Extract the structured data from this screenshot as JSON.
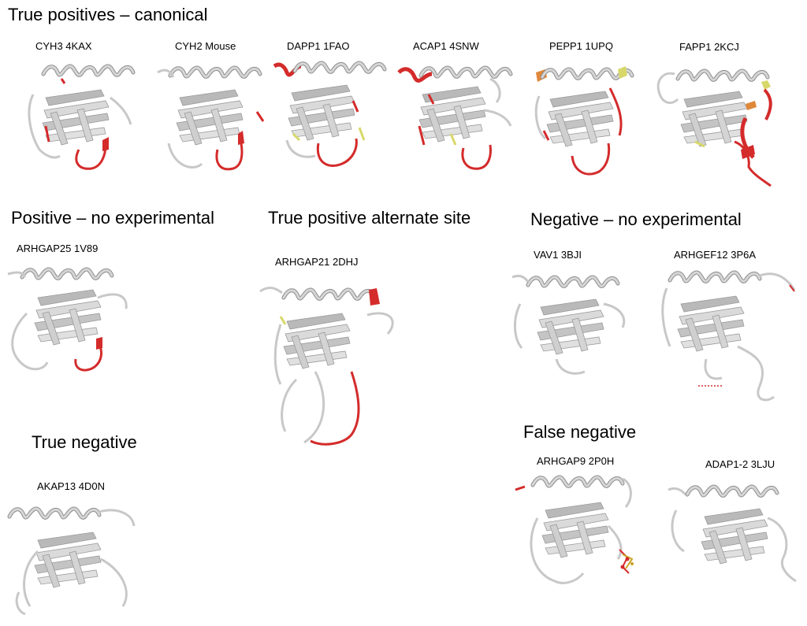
{
  "sections": {
    "true_pos_canonical": "True positives – canonical",
    "positive_no_exp": "Positive – no experimental",
    "true_pos_alt": "True positive alternate site",
    "negative_no_exp": "Negative – no experimental",
    "true_negative": "True negative",
    "false_negative": "False negative"
  },
  "labels": {
    "cyh3": "CYH3 4KAX",
    "cyh2": "CYH2 Mouse",
    "dapp1": "DAPP1 1FAO",
    "acap1": "ACAP1 4SNW",
    "pepp1": "PEPP1 1UPQ",
    "fapp1": "FAPP1 2KCJ",
    "arhgap25": "ARHGAP25 1V89",
    "arhgap21": "ARHGAP21 2DHJ",
    "vav1": "VAV1 3BJI",
    "arhgef12": "ARHGEF12 3P6A",
    "akap13": "AKAP13 4D0N",
    "arhgap9": "ARHGAP9 2P0H",
    "adap1": "ADAP1-2 3LJU"
  },
  "colors": {
    "ribbon": "#c8c8c8",
    "ribbon_dark": "#8e8e8e",
    "highlight": "#d42b2b",
    "minor": "#d8d86a",
    "orange": "#e0883a"
  }
}
